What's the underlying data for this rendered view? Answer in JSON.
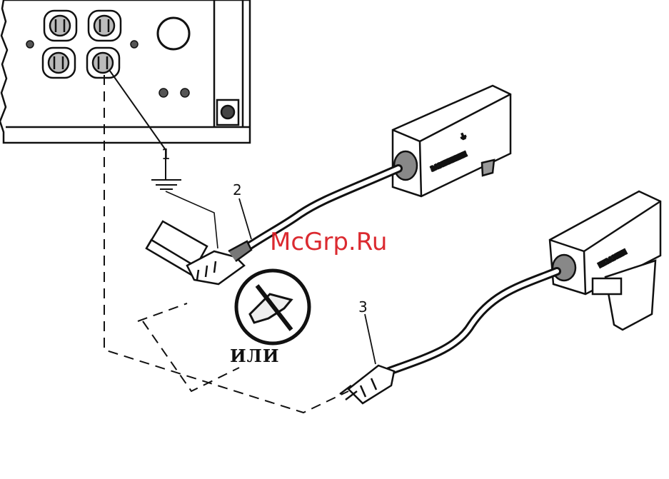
{
  "callouts": {
    "c1": "1",
    "c2": "2",
    "c3": "3"
  },
  "or_label": "ИЛИ",
  "watermark": "McGrp.Ru",
  "colors": {
    "ink": "#111111",
    "paper": "#ffffff",
    "watermark": "#d9181f"
  }
}
